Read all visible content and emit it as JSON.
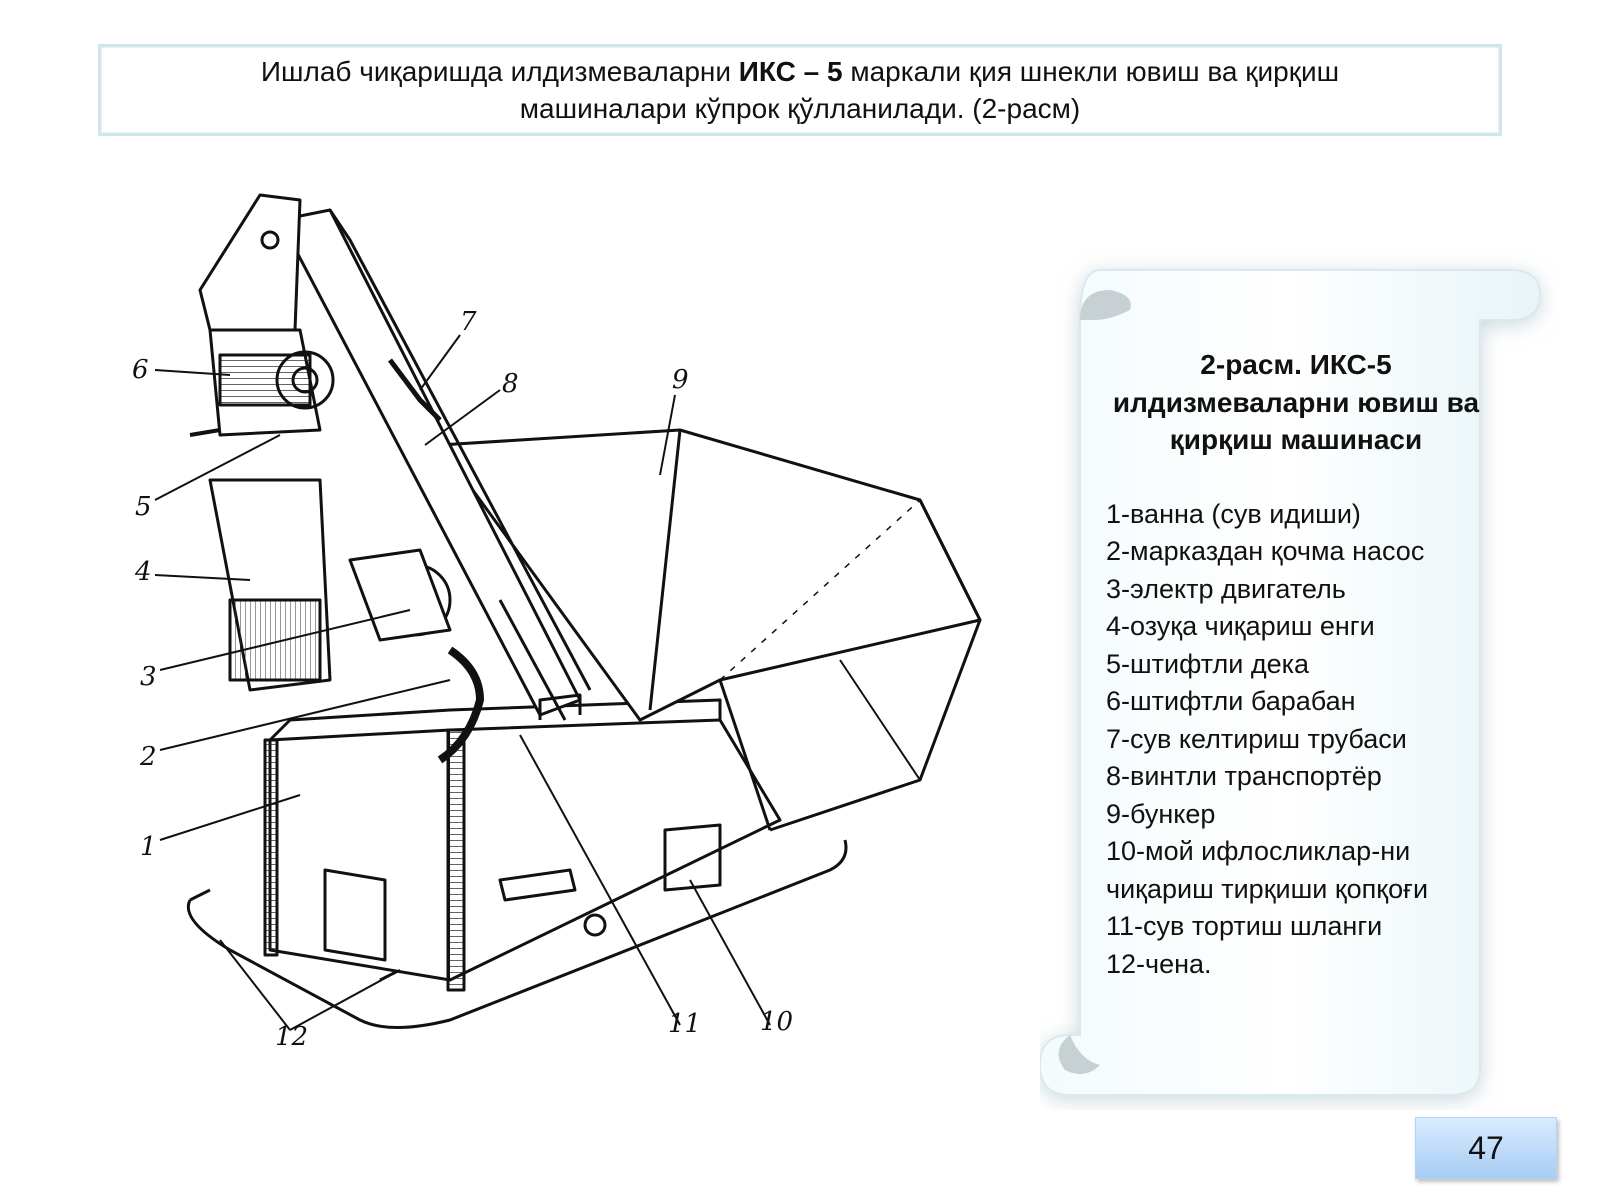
{
  "header": {
    "line1_part1": "Ишлаб чиқаришда илдизмеваларни ",
    "line1_bold": "ИКС – 5",
    "line1_part2": " маркали қия шнекли ювиш ва қирқиш",
    "line2": "машиналари кўпрок қўлланилади. (2-расм)"
  },
  "figure": {
    "labels": [
      "1",
      "2",
      "3",
      "4",
      "5",
      "6",
      "7",
      "8",
      "9",
      "10",
      "11",
      "12"
    ]
  },
  "caption": {
    "title": "2-расм. ИКС-5 илдизмеваларни ювиш ва қирқиш машинаси",
    "items": [
      "1-ванна (сув идиши)",
      "2-марказдан қочма насос",
      "3-электр двигатель",
      "4-озуқа чиқариш енги",
      "5-штифтли дека",
      "6-штифтли барабан",
      "7-сув келтириш трубаси",
      "8-винтли транспортёр",
      "9-бункер",
      "10-мой ифлосликлар-ни чиқариш тирқиши қопқоғи",
      "11-сув тортиш шланги",
      "12-чена."
    ]
  },
  "page_number": "47"
}
